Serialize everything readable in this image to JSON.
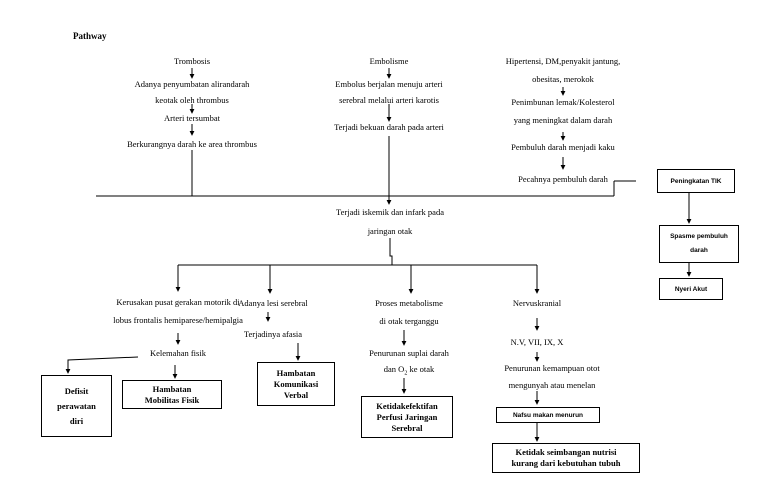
{
  "title": "Pathway",
  "col1": {
    "head": "Trombosis",
    "l1": "Adanya penyumbatan alirandarah",
    "l2": "keotak oleh thrombus",
    "l3": "Arteri tersumbat",
    "l4": "Berkurangnya darah ke area thrombus"
  },
  "col2": {
    "head": "Embolisme",
    "l1": "Embolus  berjalan  menuju  arteri",
    "l2": "serebral melalui arteri karotis",
    "l3": "Terjadi bekuan darah pada arteri"
  },
  "col3": {
    "l1": "Hipertensi, DM,penyakit jantung,",
    "l2": "obesitas, merokok",
    "l3": "Penimbunan lemak/Kolesterol",
    "l4": "yang meningkat dalam darah",
    "l5": "Pembuluh darah menjadi kaku",
    "l6": "Pecahnya pembuluh darah"
  },
  "center": {
    "l1": "Terjadi iskemik dan infark pada",
    "l2": "jaringan otak"
  },
  "tik": {
    "box": "Peningkatan TIK",
    "spasme": "Spasme pembuluh darah",
    "nyeri": "Nyeri Akut"
  },
  "branch1": {
    "l1": "Kerusakan pusat gerakan motorik di",
    "l2": "lobus frontalis hemiparese/hemipalgia",
    "l3": "Kelemahan fisik",
    "box_defisit": "Defisit perawatan diri",
    "box_mobilitas": "Hambatan Mobilitas Fisik"
  },
  "branch2": {
    "l1": "Adanya lesi serebral",
    "l2": "Terjadinya afasia",
    "box": "Hambatan Komunikasi Verbal"
  },
  "branch3": {
    "l1": "Proses metabolisme",
    "l2": "di otak terganggu",
    "l3": "Penurunan suplai darah",
    "l4_pre": "dan O",
    "l4_sub": "2",
    "l4_post": " ke otak",
    "box": "Ketidakefektifan Perfusi Jaringan Serebral"
  },
  "branch4": {
    "l1": "Nervuskranial",
    "l2": "N.V, VII, IX, X",
    "l3": "Penurunan kemampuan otot",
    "l4": "mengunyah atau menelan",
    "box_nafsu": "Nafsu makan menurun",
    "box_nutrisi_1": "Ketidak seimbangan nutrisi",
    "box_nutrisi_2": "kurang dari kebutuhan tubuh"
  },
  "colors": {
    "line": "#000000",
    "background": "#ffffff"
  }
}
